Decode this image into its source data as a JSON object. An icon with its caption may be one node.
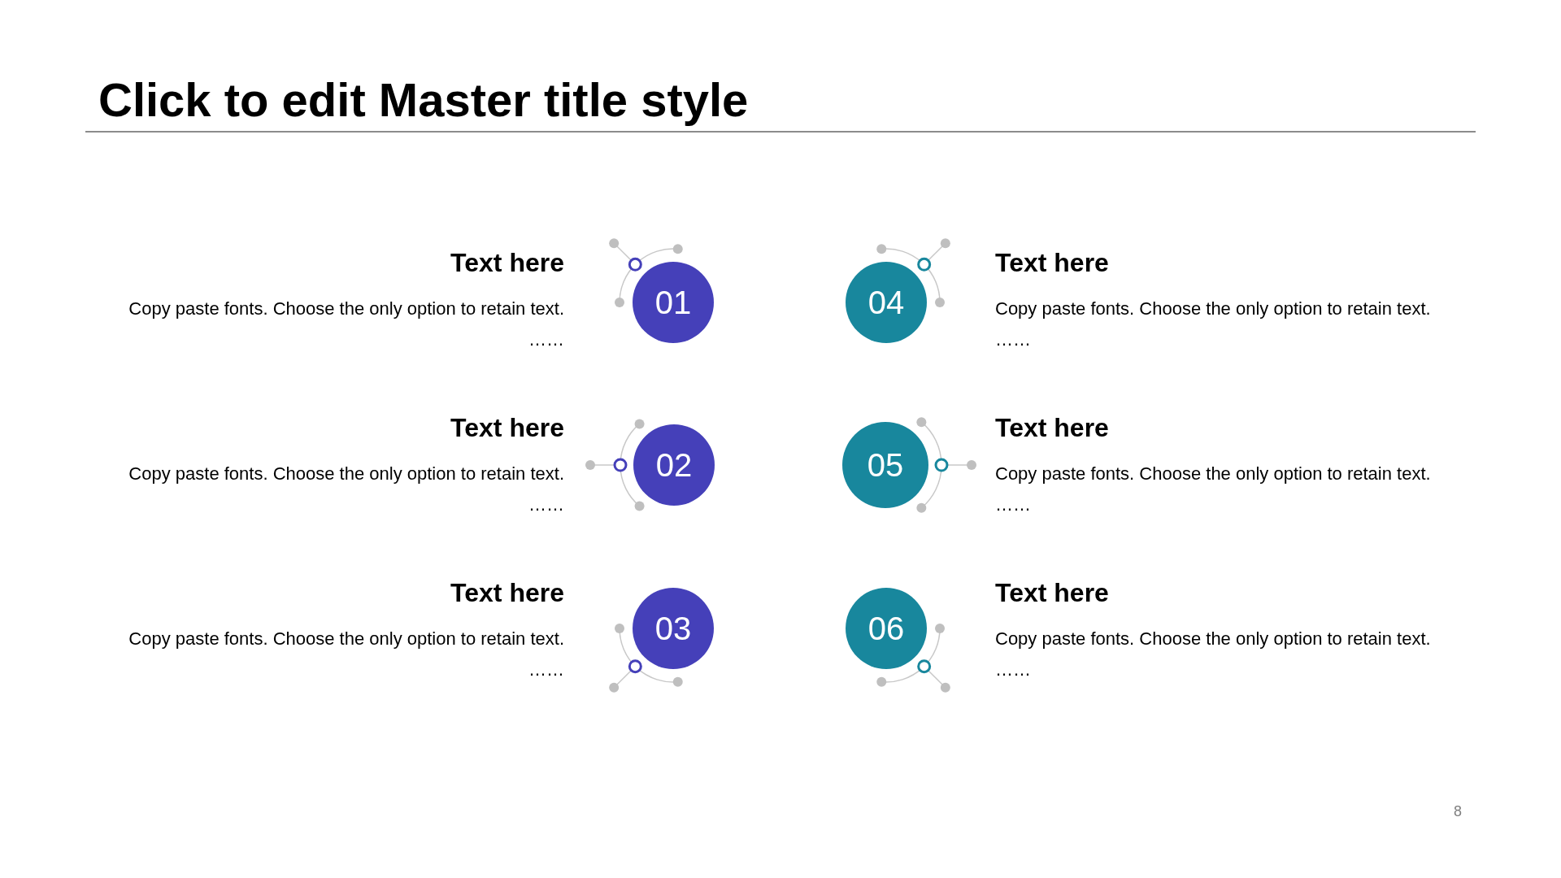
{
  "diagram": {
    "title": "Click to edit Master title style",
    "nodes": [
      {
        "text": [
          "01"
        ],
        "beside": [
          "Text here",
          "Copy paste fonts. Choose the only option to retain text.",
          "……"
        ]
      },
      {
        "text": [
          "02"
        ],
        "beside": [
          "Text here",
          "Copy paste fonts. Choose the only option to retain text.",
          "……"
        ]
      },
      {
        "text": [
          "03"
        ],
        "beside": [
          "Text here",
          "Copy paste fonts. Choose the only option to retain text.",
          "……"
        ]
      },
      {
        "text": [
          "04"
        ],
        "beside": [
          "Text here",
          "Copy paste fonts. Choose the only option to retain text.",
          "……"
        ]
      },
      {
        "text": [
          "05"
        ],
        "beside": [
          "Text here",
          "Copy paste fonts. Choose the only option to retain text.",
          "……"
        ]
      },
      {
        "text": [
          "06"
        ],
        "beside": [
          "Text here",
          "Copy paste fonts. Choose the only option to retain text.",
          "……"
        ]
      }
    ],
    "labels": [
      "8"
    ]
  }
}
